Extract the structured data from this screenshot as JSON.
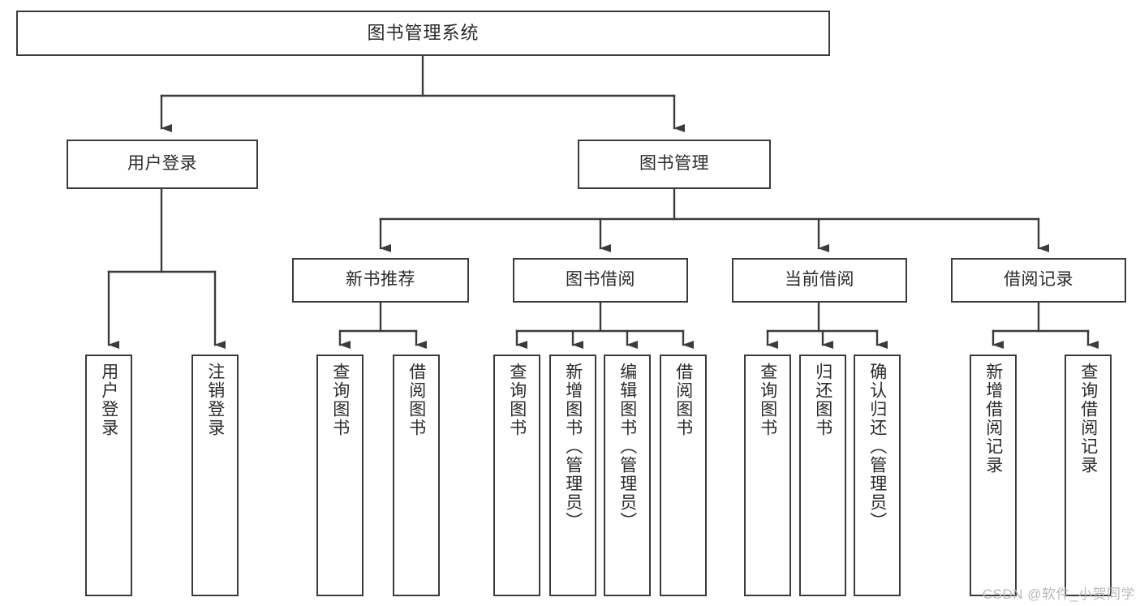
{
  "diagram": {
    "title": "图书管理系统",
    "type": "hierarchy-tree",
    "colors": {
      "box_stroke": "#3b3b3b",
      "box_fill": "#ffffff",
      "connector": "#3b3b3b",
      "text": "#2b2b2b",
      "watermark": "#b9b9b9",
      "background": "#ffffff"
    },
    "root": {
      "label": "图书管理系统"
    },
    "level1": [
      {
        "label": "用户登录"
      },
      {
        "label": "图书管理"
      }
    ],
    "level2": [
      {
        "label": "新书推荐"
      },
      {
        "label": "图书借阅"
      },
      {
        "label": "当前借阅"
      },
      {
        "label": "借阅记录"
      }
    ],
    "leaves": {
      "user_login": [
        {
          "label": "用户登录"
        },
        {
          "label": "注销登录"
        }
      ],
      "new_book_recommend": [
        {
          "label": "查询图书"
        },
        {
          "label": "借阅图书"
        }
      ],
      "book_borrow": [
        {
          "label": "查询图书"
        },
        {
          "label": "新增图书（管理员）"
        },
        {
          "label": "编辑图书（管理员）"
        },
        {
          "label": "借阅图书"
        }
      ],
      "current_borrow": [
        {
          "label": "查询图书"
        },
        {
          "label": "归还图书"
        },
        {
          "label": "确认归还（管理员）"
        }
      ],
      "borrow_record": [
        {
          "label": "新增借阅记录"
        },
        {
          "label": "查询借阅记录"
        }
      ]
    }
  },
  "watermark": {
    "text": "CSDN @软件_小贺同学"
  }
}
